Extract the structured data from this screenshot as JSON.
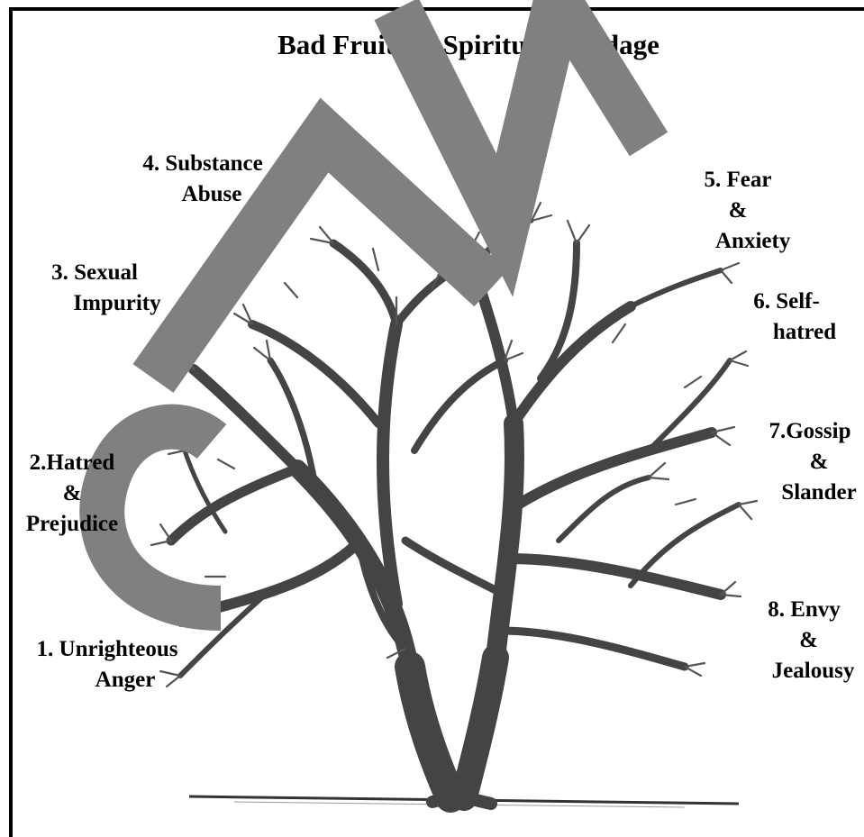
{
  "title": "Bad Fruits of Spiritual Bondage",
  "watermark": "SAMPLE",
  "labels": {
    "l1": [
      "1. Unrighteous",
      "Anger"
    ],
    "l2": [
      "2.Hatred",
      "&",
      "Prejudice"
    ],
    "l3": [
      "3. Sexual",
      "Impurity"
    ],
    "l4": [
      "4. Substance",
      "Abuse"
    ],
    "l5": [
      "5. Fear",
      "&",
      "Anxiety"
    ],
    "l6": [
      "6. Self-",
      "hatred"
    ],
    "l7": [
      "7.Gossip",
      "&",
      "Slander"
    ],
    "l8": [
      "8. Envy",
      "&",
      "Jealousy"
    ]
  },
  "colors": {
    "ink": "#000000",
    "trunk": "#3a3a3a",
    "branch": "#4a4a4a",
    "watermark": "#7f7f7f"
  }
}
